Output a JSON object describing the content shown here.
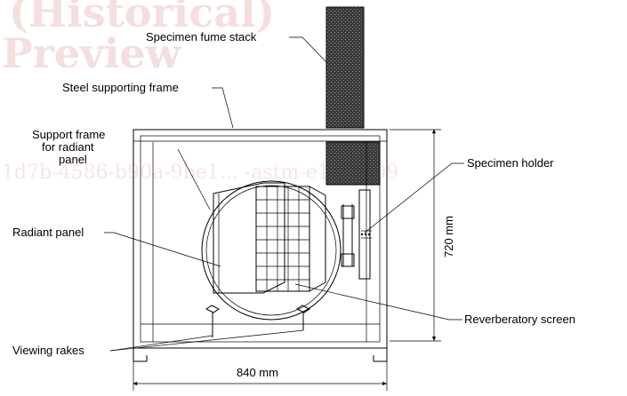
{
  "labels": {
    "fume_stack": "Specimen fume stack",
    "steel_frame": "Steel supporting frame",
    "support_frame_line1": "Support frame",
    "support_frame_line2": "for radiant",
    "support_frame_line3": "panel",
    "specimen_holder": "Specimen holder",
    "radiant_panel": "Radiant panel",
    "reverberatory_screen": "Reverberatory screen",
    "viewing_rakes": "Viewing rakes"
  },
  "dimensions": {
    "height": "720 mm",
    "width": "840 mm"
  },
  "watermark": {
    "line1": "(Historical)",
    "line2": "Preview",
    "line3": "1d7b-4586-b90a-9be1... -astm-e1321-09"
  }
}
